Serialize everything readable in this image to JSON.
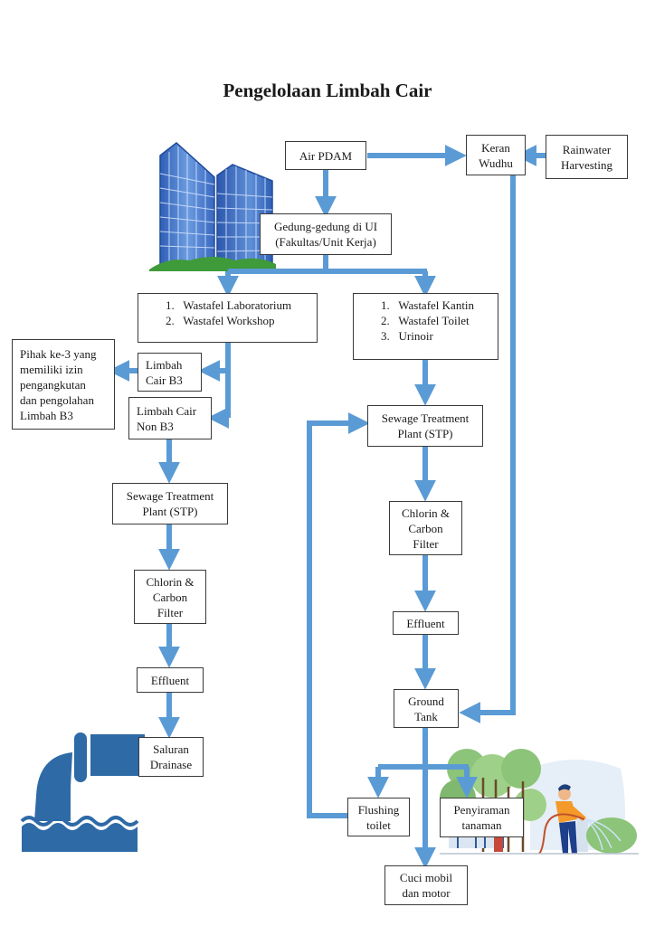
{
  "title": "Pengelolaan Limbah Cair",
  "colors": {
    "arrow": "#5B9BD5",
    "building": "#3F6FC4",
    "pipe": "#2E6AA6",
    "box_border": "#3a3a3a"
  },
  "nodes": {
    "air_pdam": {
      "lines": [
        "Air PDAM"
      ]
    },
    "keran_wudhu": {
      "lines": [
        "Keran",
        "Wudhu"
      ]
    },
    "rainwater": {
      "lines": [
        "Rainwater",
        "Harvesting"
      ]
    },
    "gedung": {
      "lines": [
        "Gedung-gedung di UI",
        "(Fakultas/Unit Kerja)"
      ]
    },
    "wastafel_lab": {
      "lines": [
        "1.   Wastafel Laboratorium",
        "2.   Wastafel Workshop"
      ]
    },
    "wastafel_kantin": {
      "lines": [
        "1.   Wastafel Kantin",
        "2.   Wastafel Toilet",
        "3.   Urinoir"
      ]
    },
    "pihak_ke3": {
      "lines": [
        "Pihak ke-3 yang",
        "memiliki izin",
        "pengangkutan",
        "dan pengolahan",
        "Limbah B3"
      ]
    },
    "limbah_b3": {
      "lines": [
        "Limbah",
        "Cair B3"
      ]
    },
    "limbah_non_b3": {
      "lines": [
        "Limbah Cair",
        "Non B3"
      ]
    },
    "stp_left": {
      "lines": [
        "Sewage Treatment",
        "Plant (STP)"
      ]
    },
    "filter_left": {
      "lines": [
        "Chlorin &",
        "Carbon",
        "Filter"
      ]
    },
    "effluent_left": {
      "lines": [
        "Effluent"
      ]
    },
    "saluran": {
      "lines": [
        "Saluran",
        "Drainase"
      ]
    },
    "stp_right": {
      "lines": [
        "Sewage Treatment",
        "Plant (STP)"
      ]
    },
    "filter_right": {
      "lines": [
        "Chlorin &",
        "Carbon",
        "Filter"
      ]
    },
    "effluent_right": {
      "lines": [
        "Effluent"
      ]
    },
    "ground_tank": {
      "lines": [
        "Ground",
        "Tank"
      ]
    },
    "flushing": {
      "lines": [
        "Flushing",
        "toilet"
      ]
    },
    "penyiraman": {
      "lines": [
        "Penyiraman",
        "tanaman"
      ]
    },
    "cuci": {
      "lines": [
        "Cuci mobil",
        "dan motor"
      ]
    }
  },
  "illustrations": [
    "office-buildings",
    "drain-pipe",
    "gardener-watering-plants"
  ],
  "edges": [
    [
      "air_pdam",
      "gedung"
    ],
    [
      "air_pdam",
      "keran_wudhu"
    ],
    [
      "rainwater",
      "keran_wudhu"
    ],
    [
      "gedung",
      "wastafel_lab"
    ],
    [
      "gedung",
      "wastafel_kantin"
    ],
    [
      "wastafel_lab",
      "limbah_b3"
    ],
    [
      "wastafel_lab",
      "limbah_non_b3"
    ],
    [
      "limbah_b3",
      "pihak_ke3"
    ],
    [
      "limbah_non_b3",
      "stp_left"
    ],
    [
      "stp_left",
      "filter_left"
    ],
    [
      "filter_left",
      "effluent_left"
    ],
    [
      "effluent_left",
      "saluran"
    ],
    [
      "wastafel_kantin",
      "stp_right"
    ],
    [
      "stp_right",
      "filter_right"
    ],
    [
      "filter_right",
      "effluent_right"
    ],
    [
      "effluent_right",
      "ground_tank"
    ],
    [
      "keran_wudhu",
      "ground_tank"
    ],
    [
      "ground_tank",
      "flushing"
    ],
    [
      "ground_tank",
      "penyiraman"
    ],
    [
      "ground_tank",
      "cuci"
    ],
    [
      "flushing",
      "stp_right"
    ]
  ]
}
